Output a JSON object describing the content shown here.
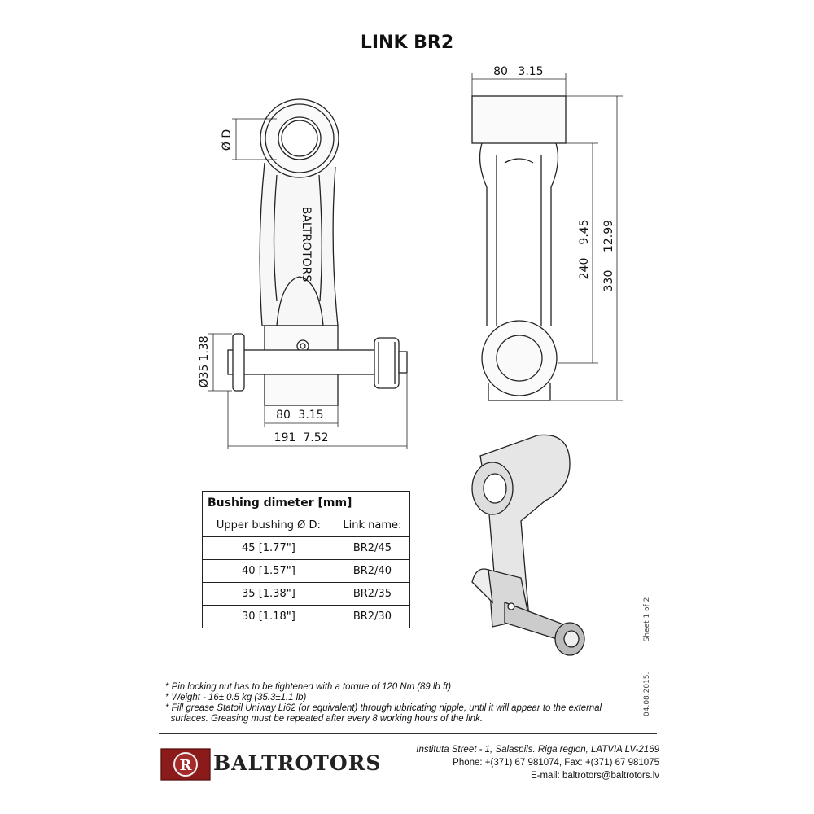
{
  "title": "LINK BR2",
  "front_view": {
    "dim_bore": "Ø D",
    "dim_pin": "Ø35",
    "dim_pin_in": "1.38",
    "dim_width": "80",
    "dim_width_in": "3.15",
    "dim_total": "191",
    "dim_total_in": "7.52",
    "arm_marking": "BALTROTORS"
  },
  "side_view": {
    "dim_width": "80",
    "dim_width_in": "3.15",
    "dim_centers": "240",
    "dim_centers_in": "9.45",
    "dim_length": "330",
    "dim_length_in": "12.99"
  },
  "table": {
    "title": "Bushing dimeter [mm]",
    "headers": [
      "Upper bushing Ø D:",
      "Link name:"
    ],
    "rows": [
      [
        "45 [1.77\"]",
        "BR2/45"
      ],
      [
        "40 [1.57\"]",
        "BR2/40"
      ],
      [
        "35 [1.38\"]",
        "BR2/35"
      ],
      [
        "30 [1.18\"]",
        "BR2/30"
      ]
    ]
  },
  "notes": [
    "* Pin locking nut has to be tightened with a torque of 120 Nm (89 lb ft)",
    "* Weight - 16± 0.5 kg (35.3±1.1 lb)",
    "* Fill grease Statoil Uniway Li62 (or equivalent) through lubricating nipple, until it will appear to the external",
    "  surfaces. Greasing must be repeated after every 8 working hours of the link."
  ],
  "side_text": {
    "date": "04.08.2015.",
    "sheet": "Sheet 1 of 2"
  },
  "footer": {
    "company": "BALTROTORS",
    "address": "Instituta Street - 1, Salaspils. Riga region, LATVIA LV-2169",
    "phone": "Phone: +(371) 67 981074, Fax: +(371) 67 981075",
    "email": "E-mail: baltrotors@baltrotors.lv"
  },
  "colors": {
    "logo_red": "#8b1a1a"
  }
}
